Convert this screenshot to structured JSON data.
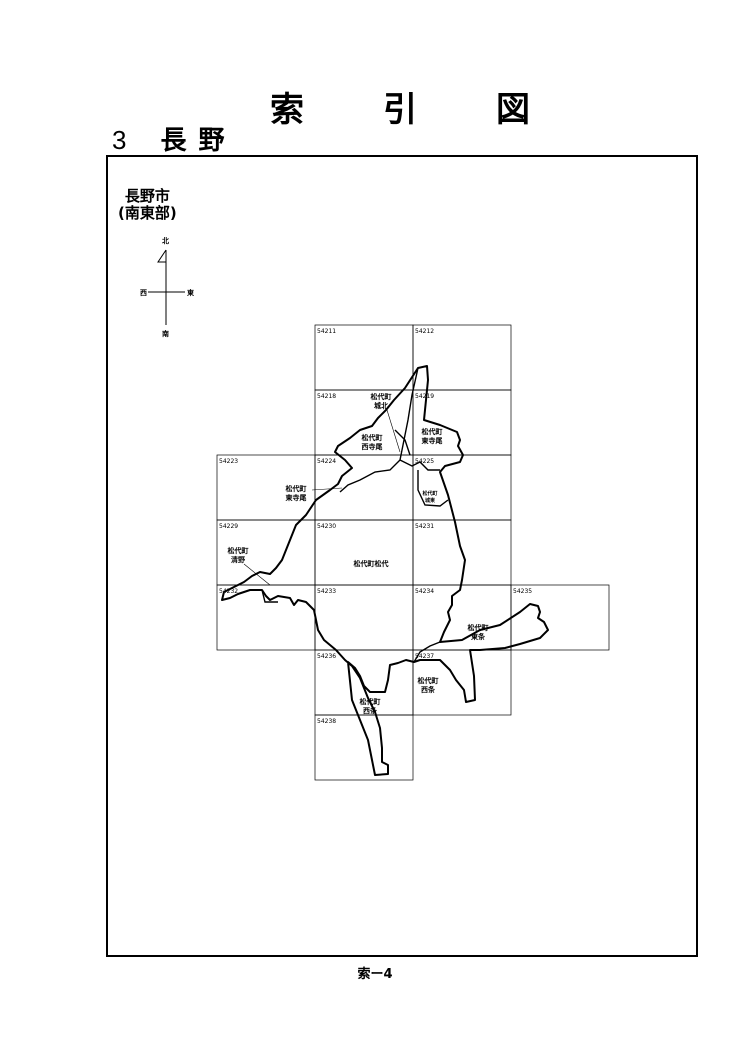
{
  "header": {
    "title_chars": [
      "索",
      "引",
      "図"
    ],
    "section_number": "3",
    "section_name": "長野"
  },
  "map": {
    "city_line1": "長野市",
    "city_line2": "(南東部)",
    "compass": {
      "north": "北",
      "south": "南",
      "east": "東",
      "west": "西"
    },
    "sheets": [
      "54211",
      "54212",
      "54218",
      "54219",
      "54223",
      "54224",
      "54225",
      "54229",
      "54230",
      "54231",
      "54232",
      "54233",
      "54234",
      "54235",
      "54236",
      "54237",
      "54238"
    ],
    "areas": [
      [
        "松代町",
        "城北"
      ],
      [
        "松代町",
        "西寺尾"
      ],
      [
        "松代町",
        "東寺尾"
      ],
      [
        "松代町",
        "東寺尾"
      ],
      [
        "松代町",
        "城東"
      ],
      [
        "松代町",
        "清野"
      ],
      [
        "松代町松代"
      ],
      [
        "松代町",
        "東条"
      ],
      [
        "松代町",
        "西条"
      ],
      [
        "松代町",
        "西条"
      ]
    ]
  },
  "footer": {
    "page_label": "索ー4"
  }
}
